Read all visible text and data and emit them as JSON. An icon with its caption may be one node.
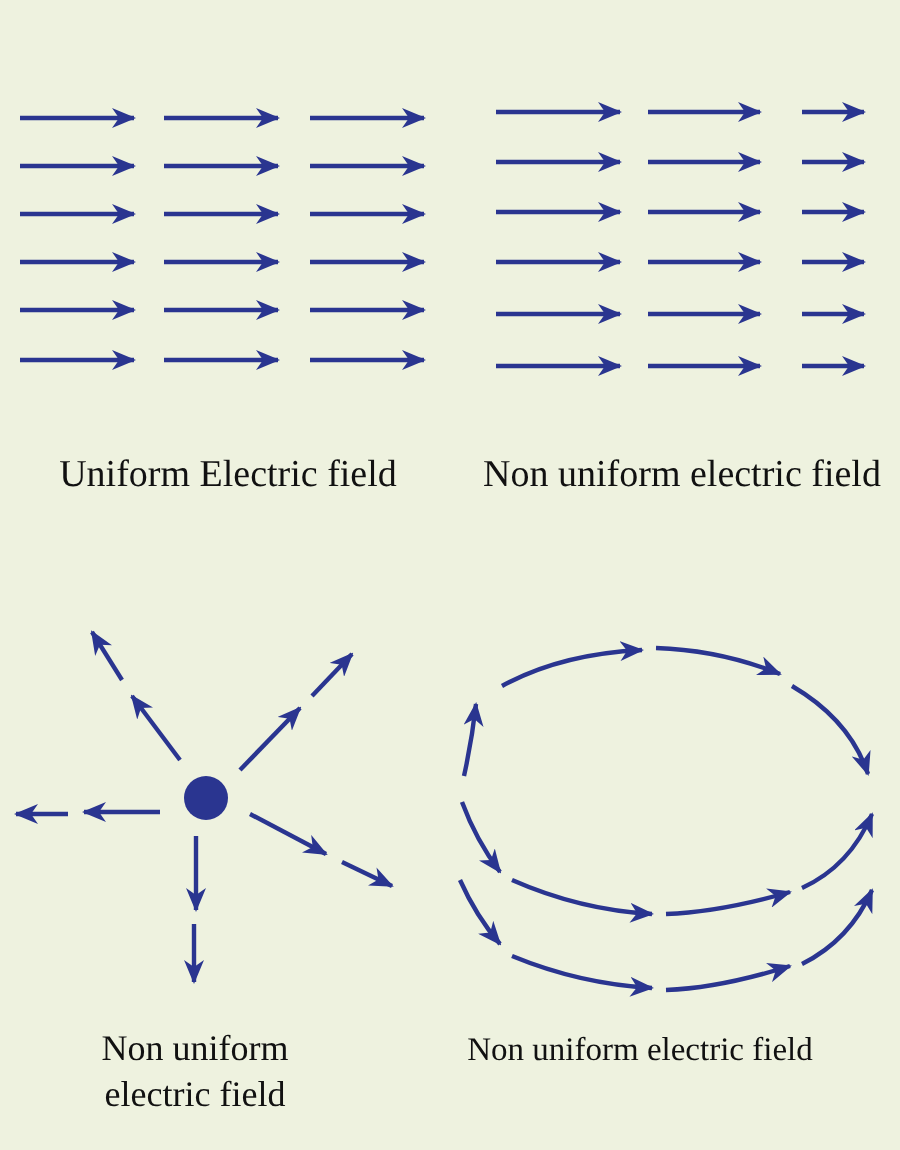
{
  "diagram": {
    "labels": [
      "Uniform Electric field",
      "Non uniform electric field",
      "Non uniform electric field",
      "Non uniform electric field"
    ]
  }
}
